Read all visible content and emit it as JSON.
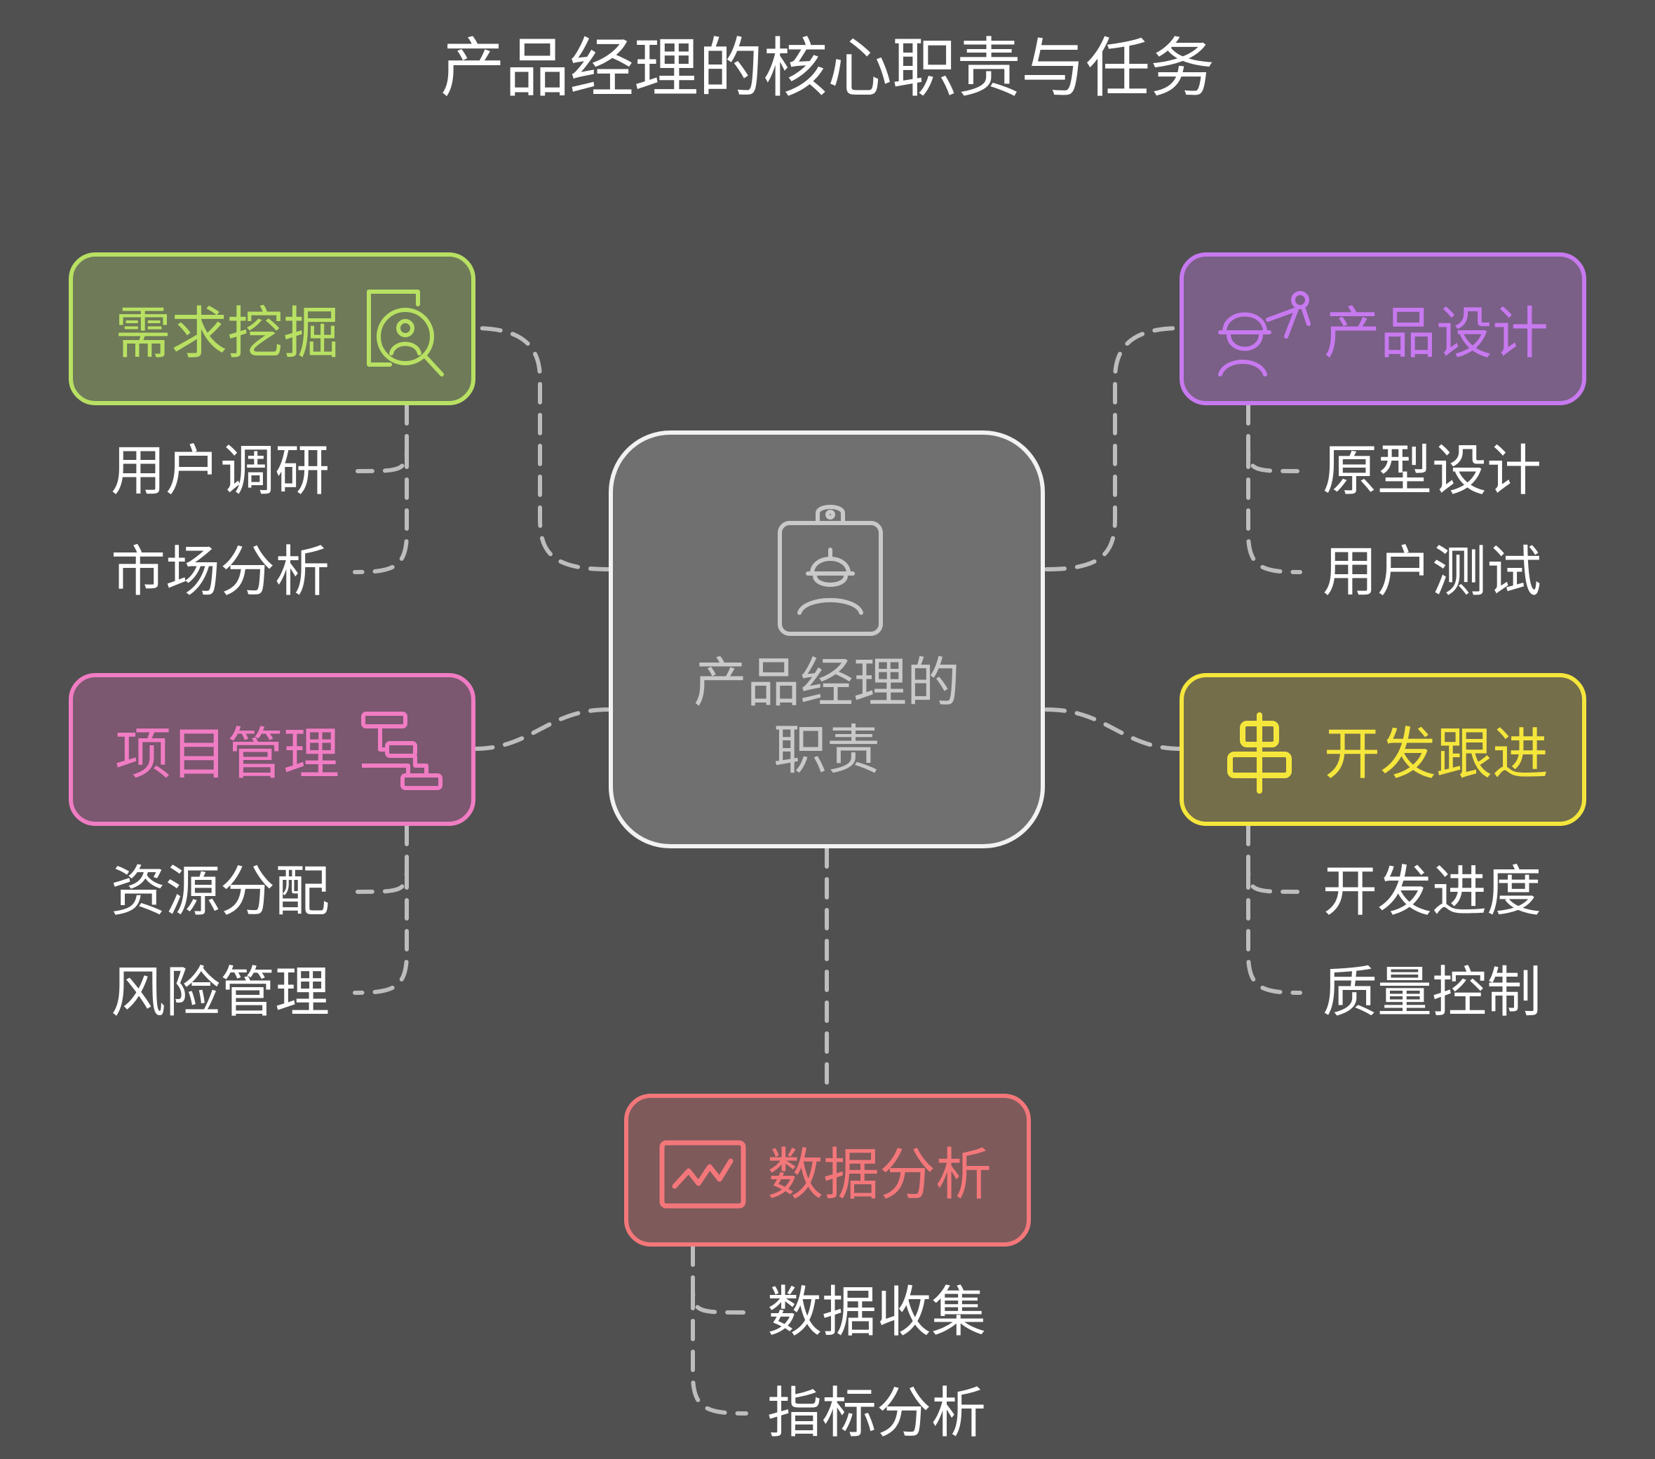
{
  "title": "产品经理的核心职责与任务",
  "center": {
    "label_line1": "产品经理的",
    "label_line2": "职责",
    "icon": "badge-person-icon"
  },
  "branches": {
    "demand": {
      "label": "需求挖掘",
      "icon": "person-search-icon",
      "color": "#b8e063",
      "fill": "#6e7a58",
      "subs": [
        "用户调研",
        "市场分析"
      ]
    },
    "product_design": {
      "label": "产品设计",
      "icon": "engineer-compass-icon",
      "color": "#c779ef",
      "fill": "#7a5f86",
      "subs": [
        "原型设计",
        "用户测试"
      ]
    },
    "project": {
      "label": "项目管理",
      "icon": "gantt-timeline-icon",
      "color": "#f07cc3",
      "fill": "#7b5770",
      "subs": [
        "资源分配",
        "风险管理"
      ]
    },
    "dev_follow": {
      "label": "开发跟进",
      "icon": "align-bars-icon",
      "color": "#f5e63c",
      "fill": "#746e4b",
      "subs": [
        "开发进度",
        "质量控制"
      ]
    },
    "data_analysis": {
      "label": "数据分析",
      "icon": "line-chart-icon",
      "color": "#f3777a",
      "fill": "#7e5a5b",
      "subs": [
        "数据收集",
        "指标分析"
      ]
    }
  }
}
